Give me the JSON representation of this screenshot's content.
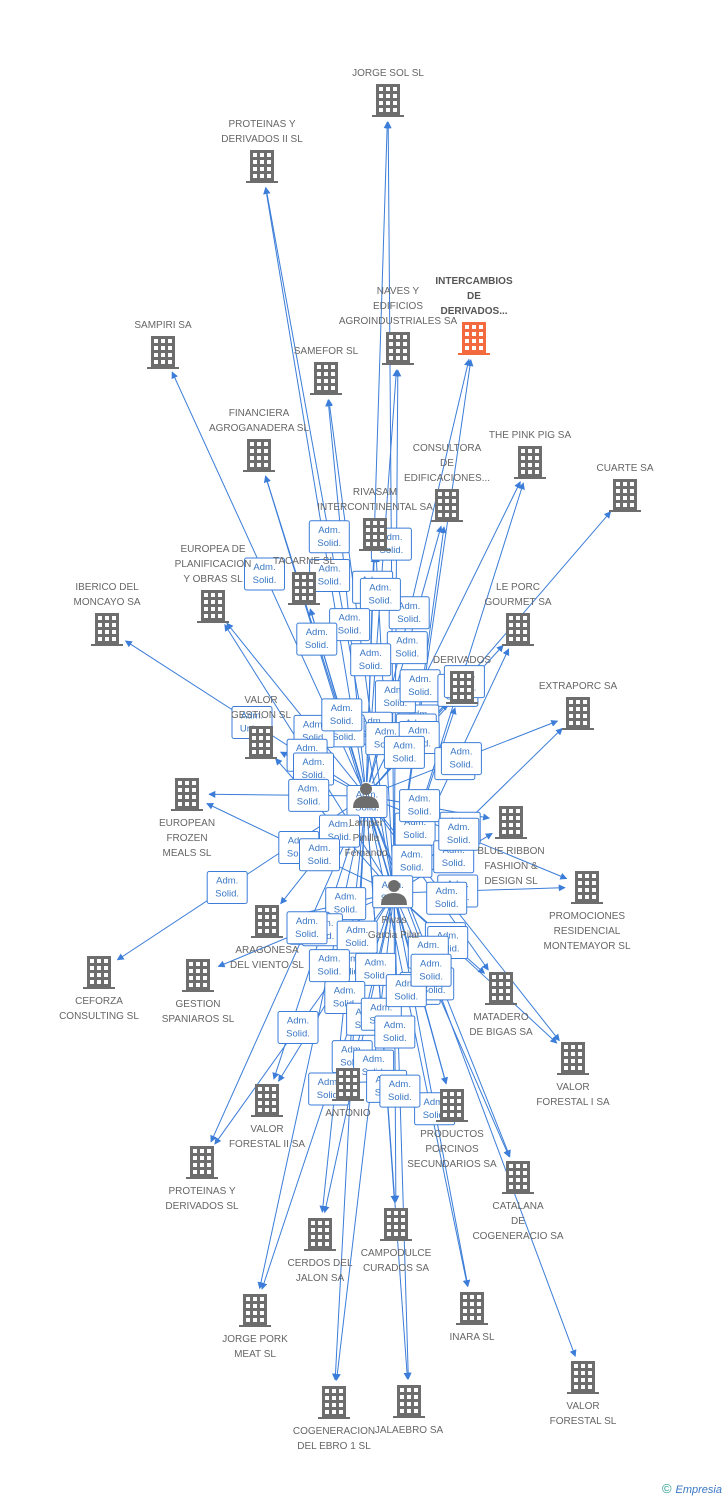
{
  "colors": {
    "edge": "#3b7dd8",
    "node": "#6d6d6d",
    "focus_node": "#f26a3d",
    "badge_border": "#3b7dd8",
    "badge_text": "#3a77c4"
  },
  "icon_names": {
    "company": "building-icon",
    "person": "person-icon"
  },
  "persons": [
    {
      "id": "p1",
      "label": [
        "Lamper",
        "Pinilla",
        "Fernando"
      ]
    },
    {
      "id": "p2",
      "label": [
        "Rivas",
        "Garcia Pilar"
      ]
    }
  ],
  "companies": [
    {
      "id": "c_jorgesol",
      "label": [
        "JORGE SOL SL"
      ]
    },
    {
      "id": "c_proteinas2",
      "label": [
        "PROTEINAS Y",
        "DERIVADOS II SL"
      ]
    },
    {
      "id": "c_intercambios",
      "label": [
        "INTERCAMBIOS",
        "DE",
        "DERIVADOS..."
      ],
      "focus": true
    },
    {
      "id": "c_naves",
      "label": [
        "NAVES Y",
        "EDIFICIOS",
        "AGROINDUSTRIALES SA"
      ]
    },
    {
      "id": "c_sampiri",
      "label": [
        "SAMPIRI SA"
      ]
    },
    {
      "id": "c_samefor",
      "label": [
        "SAMEFOR SL"
      ]
    },
    {
      "id": "c_financiera",
      "label": [
        "FINANCIERA",
        "AGROGANADERA SL"
      ]
    },
    {
      "id": "c_consultora",
      "label": [
        "CONSULTORA",
        "DE",
        "EDIFICACIONES..."
      ]
    },
    {
      "id": "c_thepinkpig",
      "label": [
        "THE PINK PIG SA"
      ]
    },
    {
      "id": "c_cuarte",
      "label": [
        "CUARTE SA"
      ]
    },
    {
      "id": "c_rivasam",
      "label": [
        "RIVASAM",
        "INTERCONTINENTAL SA"
      ]
    },
    {
      "id": "c_europea",
      "label": [
        "EUROPEA DE",
        "PLANIFICACION",
        "Y OBRAS SL"
      ]
    },
    {
      "id": "c_tacarne",
      "label": [
        "TACARNE SL"
      ]
    },
    {
      "id": "c_iberico",
      "label": [
        "IBERICO DEL",
        "MONCAYO SA"
      ]
    },
    {
      "id": "c_leporc",
      "label": [
        "LE PORC",
        "GOURMET SA"
      ]
    },
    {
      "id": "c_derivados",
      "label": [
        "DERIVADOS"
      ]
    },
    {
      "id": "c_extraporc",
      "label": [
        "EXTRAPORC SA"
      ]
    },
    {
      "id": "c_valorgest",
      "label": [
        "VALOR",
        "GESTION SL"
      ]
    },
    {
      "id": "c_eurofrozen",
      "label": [
        "EUROPEAN",
        "FROZEN",
        "MEALS SL"
      ]
    },
    {
      "id": "c_blueribbon",
      "label": [
        "BLUE RIBBON",
        "FASHION &",
        "DESIGN SL"
      ]
    },
    {
      "id": "c_promociones",
      "label": [
        "PROMOCIONES",
        "RESIDENCIAL",
        "MONTEMAYOR SL"
      ]
    },
    {
      "id": "c_aragonesa",
      "label": [
        "ARAGONESA",
        "DEL VIENTO SL"
      ]
    },
    {
      "id": "c_ceforza",
      "label": [
        "CEFORZA",
        "CONSULTING SL"
      ]
    },
    {
      "id": "c_gestion",
      "label": [
        "GESTION",
        "SPANIAROS SL"
      ]
    },
    {
      "id": "c_matadero",
      "label": [
        "MATADERO",
        "DE BIGAS SA"
      ]
    },
    {
      "id": "c_valorfor1",
      "label": [
        "VALOR",
        "FORESTAL I SA"
      ]
    },
    {
      "id": "c_valorfor2",
      "label": [
        "VALOR",
        "FORESTAL II SA"
      ]
    },
    {
      "id": "c_antonio",
      "label": [
        "ANTONIO"
      ]
    },
    {
      "id": "c_productos",
      "label": [
        "PRODUCTOS",
        "PORCINOS",
        "SECUNDARIOS SA"
      ]
    },
    {
      "id": "c_proteinas",
      "label": [
        "PROTEINAS Y",
        "DERIVADOS SL"
      ]
    },
    {
      "id": "c_catalana",
      "label": [
        "CATALANA",
        "DE",
        "COGENERACIO SA"
      ]
    },
    {
      "id": "c_cerdos",
      "label": [
        "CERDOS DEL",
        "JALON SA"
      ]
    },
    {
      "id": "c_campodulce",
      "label": [
        "CAMPODULCE",
        "CURADOS SA"
      ]
    },
    {
      "id": "c_jorgepork",
      "label": [
        "JORGE PORK",
        "MEAT  SL"
      ]
    },
    {
      "id": "c_inara",
      "label": [
        "INARA SL"
      ]
    },
    {
      "id": "c_cogeneracion",
      "label": [
        "COGENERACION",
        "DEL EBRO 1 SL"
      ]
    },
    {
      "id": "c_jalaebro",
      "label": [
        "JALAEBRO SA"
      ]
    },
    {
      "id": "c_valorforsl",
      "label": [
        "VALOR",
        "FORESTAL SL"
      ]
    }
  ],
  "relations": [
    {
      "from": "p1",
      "to": "c_jorgesol",
      "label": [
        "Adm.",
        "Solid."
      ]
    },
    {
      "from": "p2",
      "to": "c_jorgesol",
      "label": [
        "Adm.",
        "Solid."
      ]
    },
    {
      "from": "p1",
      "to": "c_proteinas2",
      "label": [
        "Adm.",
        "Solid."
      ]
    },
    {
      "from": "p2",
      "to": "c_proteinas2",
      "label": [
        "Adm.",
        "Solid."
      ]
    },
    {
      "from": "p1",
      "to": "c_intercambios",
      "label": [
        "Adm.",
        "Solid."
      ]
    },
    {
      "from": "p2",
      "to": "c_intercambios",
      "label": [
        "Adm.",
        "Solid."
      ]
    },
    {
      "from": "p1",
      "to": "c_naves",
      "label": [
        "Adm.",
        "Solid."
      ]
    },
    {
      "from": "p2",
      "to": "c_naves",
      "label": [
        "Adm.",
        "Solid."
      ]
    },
    {
      "from": "p1",
      "to": "c_sampiri",
      "label": [
        "Adm.",
        "Solid."
      ]
    },
    {
      "from": "p1",
      "to": "c_samefor",
      "label": [
        "Adm.",
        "Solid."
      ]
    },
    {
      "from": "p2",
      "to": "c_samefor",
      "label": [
        "Adm.",
        "Solid."
      ]
    },
    {
      "from": "p1",
      "to": "c_financiera",
      "label": [
        "Adm.",
        "Solid."
      ]
    },
    {
      "from": "p2",
      "to": "c_financiera",
      "label": [
        "Adm.",
        "Solid."
      ]
    },
    {
      "from": "p1",
      "to": "c_consultora",
      "label": [
        "Adm.",
        "Solid."
      ]
    },
    {
      "from": "p2",
      "to": "c_consultora",
      "label": [
        "Adm.",
        "Solid."
      ]
    },
    {
      "from": "p1",
      "to": "c_thepinkpig",
      "label": [
        "Adm.",
        "Solid."
      ]
    },
    {
      "from": "p2",
      "to": "c_thepinkpig",
      "label": [
        "Adm.",
        "Solid."
      ]
    },
    {
      "from": "p1",
      "to": "c_cuarte",
      "label": [
        "Adm.",
        "Solid."
      ]
    },
    {
      "from": "p1",
      "to": "c_rivasam",
      "label": [
        "Adm.",
        "Solid."
      ]
    },
    {
      "from": "p2",
      "to": "c_rivasam",
      "label": [
        "Adm.",
        "Solid."
      ]
    },
    {
      "from": "p1",
      "to": "c_europea",
      "label": [
        "Adm.",
        "Solid."
      ]
    },
    {
      "from": "p2",
      "to": "c_europea",
      "label": [
        "Adm.",
        "Solid."
      ]
    },
    {
      "from": "p1",
      "to": "c_tacarne",
      "label": [
        "Adm.",
        "Solid."
      ]
    },
    {
      "from": "p2",
      "to": "c_tacarne",
      "label": [
        "Adm.",
        "Solid."
      ]
    },
    {
      "from": "p1",
      "to": "c_iberico",
      "label": [
        "Adm.",
        "Unico"
      ]
    },
    {
      "from": "p1",
      "to": "c_leporc",
      "label": [
        "Adm.",
        "Solid."
      ]
    },
    {
      "from": "p2",
      "to": "c_leporc",
      "label": [
        "Adm.",
        "Solid."
      ]
    },
    {
      "from": "p1",
      "to": "c_derivados",
      "label": [
        "Adm.",
        "Solid."
      ]
    },
    {
      "from": "p2",
      "to": "c_derivados",
      "label": [
        "Adm.",
        "Solid."
      ]
    },
    {
      "from": "p1",
      "to": "c_extraporc",
      "label": [
        "Adm.",
        "Solid."
      ]
    },
    {
      "from": "p2",
      "to": "c_extraporc",
      "label": [
        "Adm.",
        "Solid."
      ]
    },
    {
      "from": "p1",
      "to": "c_valorgest",
      "label": [
        "Adm.",
        "Solid."
      ]
    },
    {
      "from": "p2",
      "to": "c_valorgest",
      "label": [
        "Adm.",
        "Solid."
      ]
    },
    {
      "from": "p1",
      "to": "c_eurofrozen",
      "label": [
        "Adm.",
        "Solid."
      ]
    },
    {
      "from": "p2",
      "to": "c_eurofrozen",
      "label": [
        "Adm.",
        "Solid."
      ]
    },
    {
      "from": "p1",
      "to": "c_blueribbon",
      "label": [
        "Adm.",
        "Solid."
      ]
    },
    {
      "from": "p2",
      "to": "c_blueribbon",
      "label": [
        "Adm.",
        "Solid."
      ]
    },
    {
      "from": "p1",
      "to": "c_promociones",
      "label": [
        "Adm.",
        "Solid."
      ]
    },
    {
      "from": "p2",
      "to": "c_promociones",
      "label": [
        "Adm.",
        "Solid."
      ]
    },
    {
      "from": "p1",
      "to": "c_aragonesa",
      "label": [
        "Adm.",
        "Solid."
      ]
    },
    {
      "from": "p2",
      "to": "c_aragonesa",
      "label": [
        "Adm.",
        "Solid."
      ]
    },
    {
      "from": "p1",
      "to": "c_ceforza",
      "label": [
        "Adm.",
        "Solid."
      ]
    },
    {
      "from": "p2",
      "to": "c_gestion",
      "label": [
        "Adm.",
        "Unico"
      ]
    },
    {
      "from": "p1",
      "to": "c_matadero",
      "label": [
        "Adm.",
        "Solid."
      ]
    },
    {
      "from": "p2",
      "to": "c_matadero",
      "label": [
        "Adm.",
        "Solid."
      ]
    },
    {
      "from": "p1",
      "to": "c_valorfor1",
      "label": [
        "Adm.",
        "Solid."
      ]
    },
    {
      "from": "p2",
      "to": "c_valorfor1",
      "label": [
        "Adm.",
        "Solid."
      ]
    },
    {
      "from": "p1",
      "to": "c_valorfor2",
      "label": [
        "Adm.",
        "Solid."
      ]
    },
    {
      "from": "p2",
      "to": "c_valorfor2",
      "label": [
        "Adm.",
        "Solid."
      ]
    },
    {
      "from": "p1",
      "to": "c_antonio",
      "label": [
        "Adm.",
        "Solid."
      ]
    },
    {
      "from": "p2",
      "to": "c_antonio",
      "label": [
        "Adm.",
        "Solid."
      ]
    },
    {
      "from": "p1",
      "to": "c_productos",
      "label": [
        "Adm.",
        "Solid."
      ]
    },
    {
      "from": "p2",
      "to": "c_productos",
      "label": [
        "Adm.",
        "Solid."
      ]
    },
    {
      "from": "p1",
      "to": "c_proteinas",
      "label": [
        "Adm.",
        "Solid."
      ]
    },
    {
      "from": "p2",
      "to": "c_proteinas",
      "label": [
        "Adm.",
        "Solid."
      ]
    },
    {
      "from": "p1",
      "to": "c_catalana",
      "label": [
        "Adm.",
        "Solid."
      ]
    },
    {
      "from": "p2",
      "to": "c_catalana",
      "label": [
        "Adm.",
        "Solid."
      ]
    },
    {
      "from": "p1",
      "to": "c_cerdos",
      "label": [
        "Adm.",
        "Solid."
      ]
    },
    {
      "from": "p2",
      "to": "c_cerdos",
      "label": [
        "Adm.",
        "Solid."
      ]
    },
    {
      "from": "p1",
      "to": "c_campodulce",
      "label": [
        "Adm.",
        "Solid."
      ]
    },
    {
      "from": "p2",
      "to": "c_campodulce",
      "label": [
        "Adm.",
        "Solid."
      ]
    },
    {
      "from": "p1",
      "to": "c_jorgepork",
      "label": [
        "Adm.",
        "Solid."
      ]
    },
    {
      "from": "p2",
      "to": "c_jorgepork",
      "label": [
        "Adm.",
        "Solid."
      ]
    },
    {
      "from": "p1",
      "to": "c_inara",
      "label": [
        "Adm.",
        "Solid."
      ]
    },
    {
      "from": "p2",
      "to": "c_inara",
      "label": [
        "Adm.",
        "Solid."
      ]
    },
    {
      "from": "p1",
      "to": "c_cogeneracion",
      "label": [
        "Adm.",
        "Solid."
      ]
    },
    {
      "from": "p2",
      "to": "c_cogeneracion",
      "label": [
        "Adm.",
        "Solid."
      ]
    },
    {
      "from": "p1",
      "to": "c_jalaebro",
      "label": [
        "Adm.",
        "Solid."
      ]
    },
    {
      "from": "p2",
      "to": "c_jalaebro",
      "label": [
        "Adm.",
        "Solid."
      ]
    },
    {
      "from": "p1",
      "to": "c_valorforsl",
      "label": [
        "Adm.",
        "Solid."
      ]
    }
  ],
  "credits": {
    "symbol": "©",
    "brand": "Empresia"
  }
}
